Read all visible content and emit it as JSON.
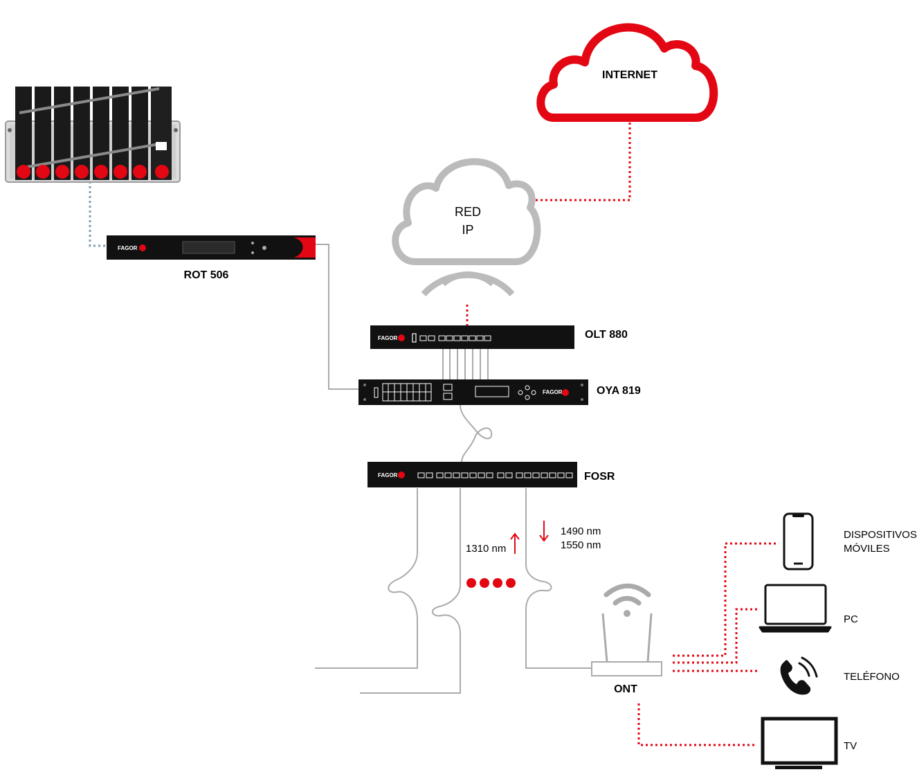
{
  "clouds": {
    "internet": {
      "label": "INTERNET"
    },
    "ip_network": {
      "line1": "RED",
      "line2": "IP"
    }
  },
  "devices": {
    "rot": {
      "label": "ROT 506",
      "brand": "FAGOR"
    },
    "olt": {
      "label": "OLT 880",
      "brand": "FAGOR"
    },
    "oya": {
      "label": "OYA 819",
      "brand": "FAGOR"
    },
    "fosr": {
      "label": "FOSR",
      "brand": "FAGOR"
    },
    "ont": {
      "label": "ONT"
    }
  },
  "wavelengths": {
    "upstream": "1310 nm",
    "downstream_1": "1490 nm",
    "downstream_2": "1550 nm"
  },
  "endpoints": {
    "mobile": {
      "line1": "DISPOSITIVOS",
      "line2": "MÓVILES",
      "icon": "smartphone-icon"
    },
    "pc": {
      "label": "PC",
      "icon": "laptop-icon"
    },
    "phone": {
      "label": "TELÉFONO",
      "icon": "phone-icon"
    },
    "tv": {
      "label": "TV",
      "icon": "tv-icon"
    }
  },
  "colors": {
    "accent_red": "#e30613",
    "device_black": "#111111",
    "cable_grey": "#aaaaaa",
    "coax_blue": "#7a9fb5"
  }
}
